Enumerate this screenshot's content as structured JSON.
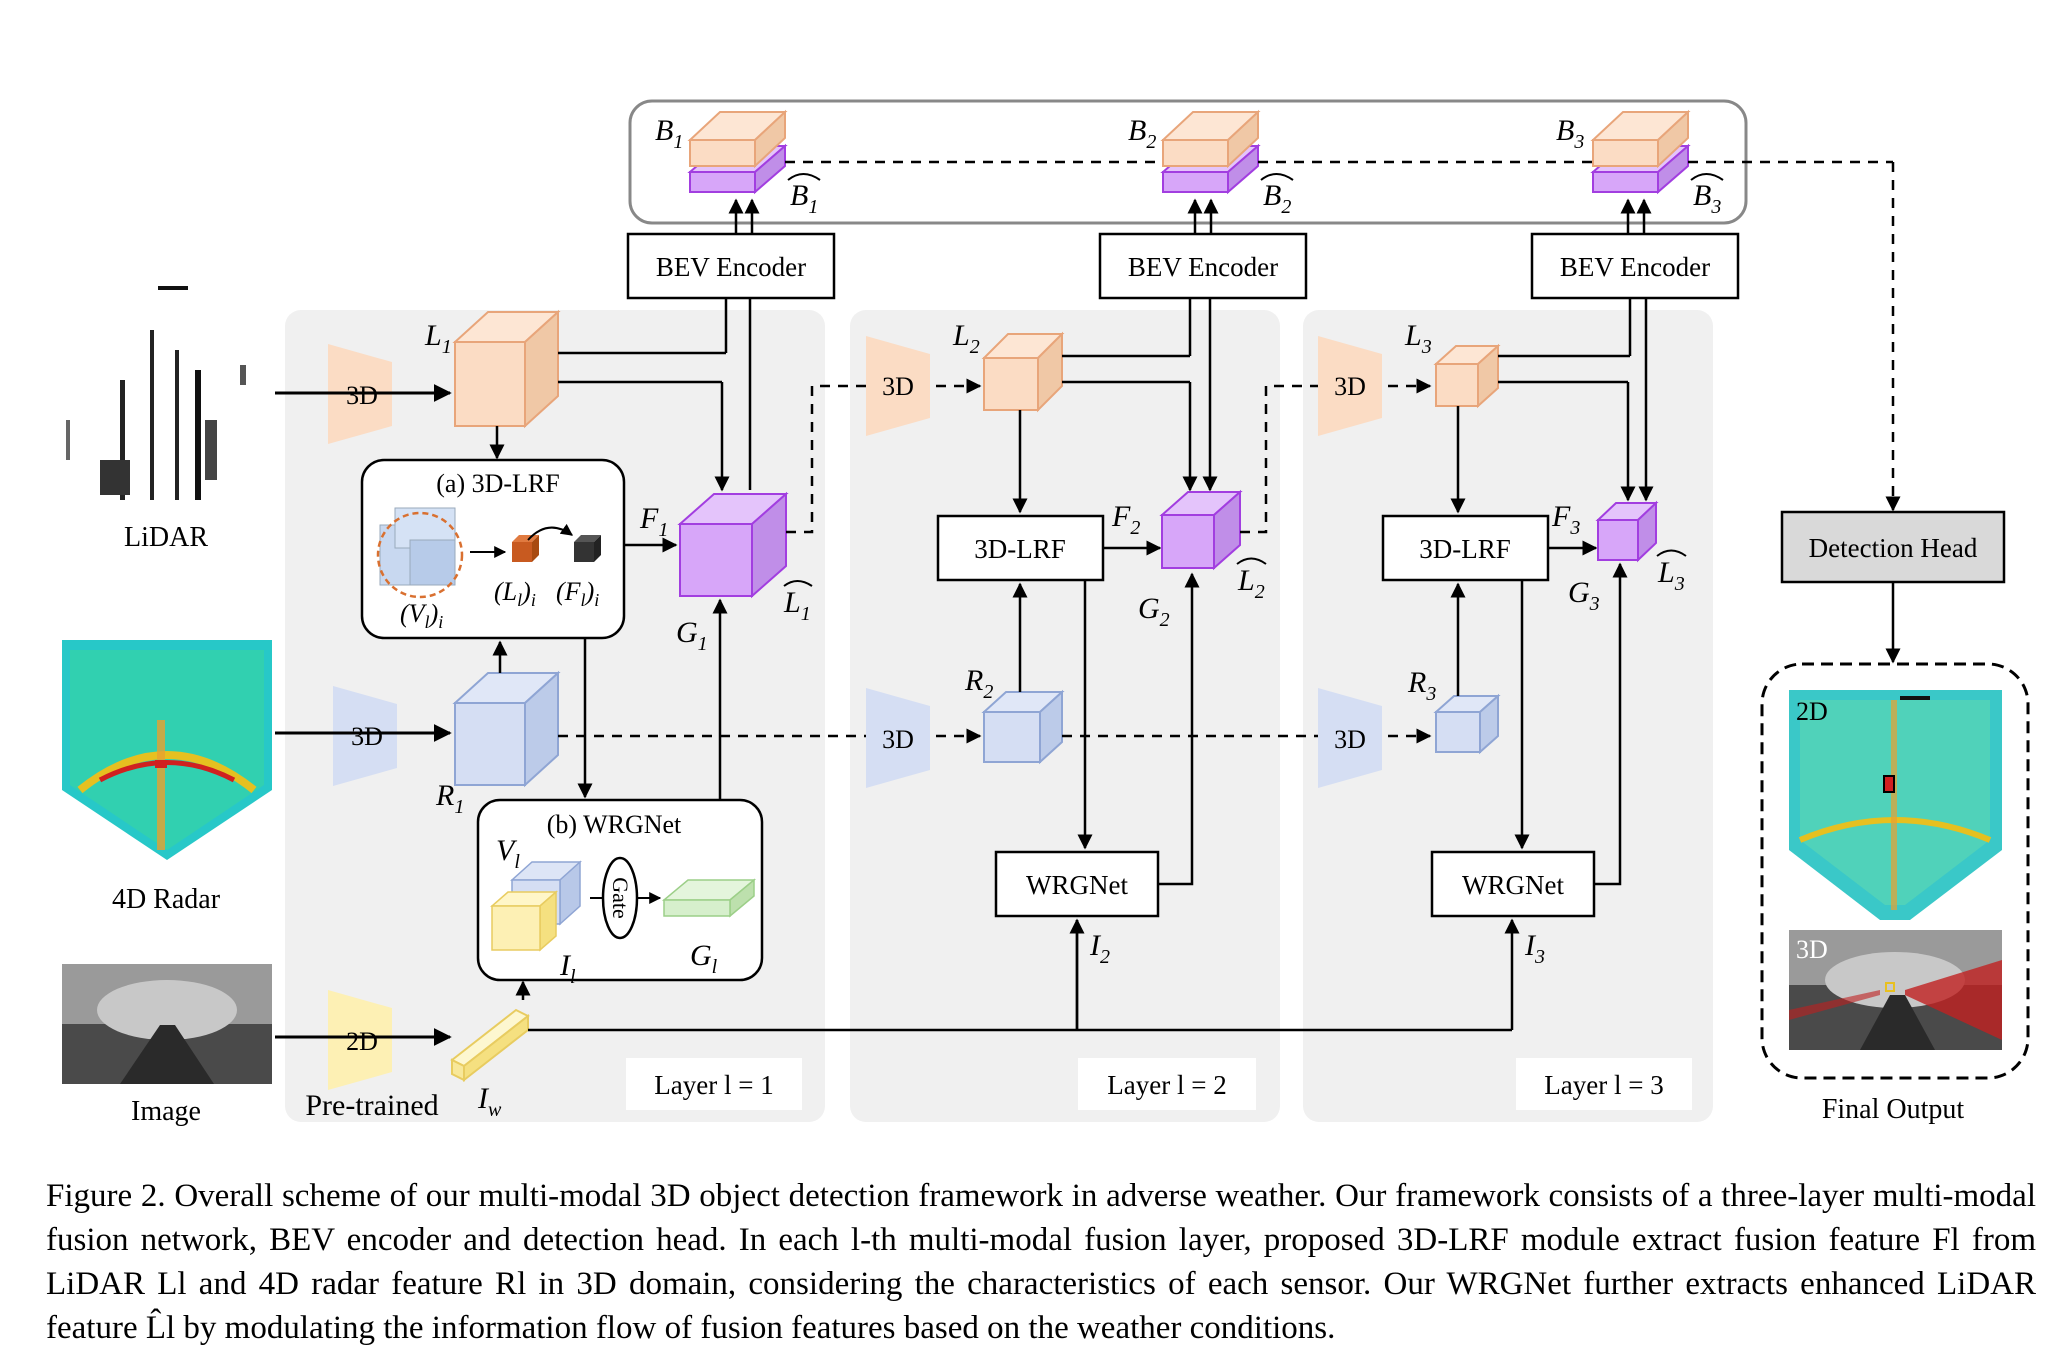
{
  "inputs": {
    "lidar": "LiDAR",
    "radar": "4D Radar",
    "image": "Image",
    "pretrained": "Pre-trained"
  },
  "stems": {
    "d3": "3D",
    "d2": "2D"
  },
  "layers": [
    {
      "label": "Layer l = 1",
      "L": "L1",
      "R": "R1",
      "F": "F1",
      "G": "G1",
      "Lhat": "L1^",
      "B": "B1",
      "Bhat": "B1^",
      "I": "Iw"
    },
    {
      "label": "Layer l = 2",
      "L": "L2",
      "R": "R2",
      "F": "F2",
      "G": "G2",
      "Lhat": "L2^",
      "B": "B2",
      "Bhat": "B2^",
      "I": "I2"
    },
    {
      "label": "Layer l = 3",
      "L": "L3",
      "R": "R3",
      "F": "F3",
      "G": "G3",
      "Lhat": "L3^",
      "B": "B3",
      "Bhat": "B3^",
      "I": "I3"
    }
  ],
  "layer_labels": [
    "Layer l = 1",
    "Layer l = 2",
    "Layer l = 3"
  ],
  "modules": {
    "bev_encoder": "BEV Encoder",
    "lrf": "3D-LRF",
    "wrgnet": "WRGNet",
    "lrf_inset": "(a) 3D-LRF",
    "wrgnet_inset": "(b) WRGNet",
    "gate": "Gate",
    "detection_head": "Detection Head",
    "final_output": "Final Output",
    "out_2d": "2D",
    "out_3d": "3D"
  },
  "inset_symbols": {
    "vi": "(Vl)i",
    "li": "(Ll)i",
    "fi": "(Fl)i",
    "vl": "Vl",
    "il": "Il",
    "gl": "Gl"
  },
  "caption": {
    "label": "Figure 2.",
    "text": "Overall scheme of our multi-modal 3D object detection framework in adverse weather. Our framework consists of a three-layer multi-modal fusion network, BEV encoder and detection head. In each l-th multi-modal fusion layer, proposed 3D-LRF module extract fusion feature Fl from LiDAR Ll and 4D radar feature Rl in 3D domain, considering the characteristics of each sensor. Our WRGNet further extracts enhanced LiDAR feature L̂l by modulating the information flow of fusion features based on the weather conditions."
  },
  "colors": {
    "lidar_cube": "#fbdcc4",
    "radar_cube": "#d5def3",
    "fusion_cube": "#d7a6f9",
    "image_feat": "#fdf0b4",
    "gate_out": "#d6efcc",
    "layer_bg": "#f0f0f0",
    "detection_head": "#d9d9d9"
  }
}
